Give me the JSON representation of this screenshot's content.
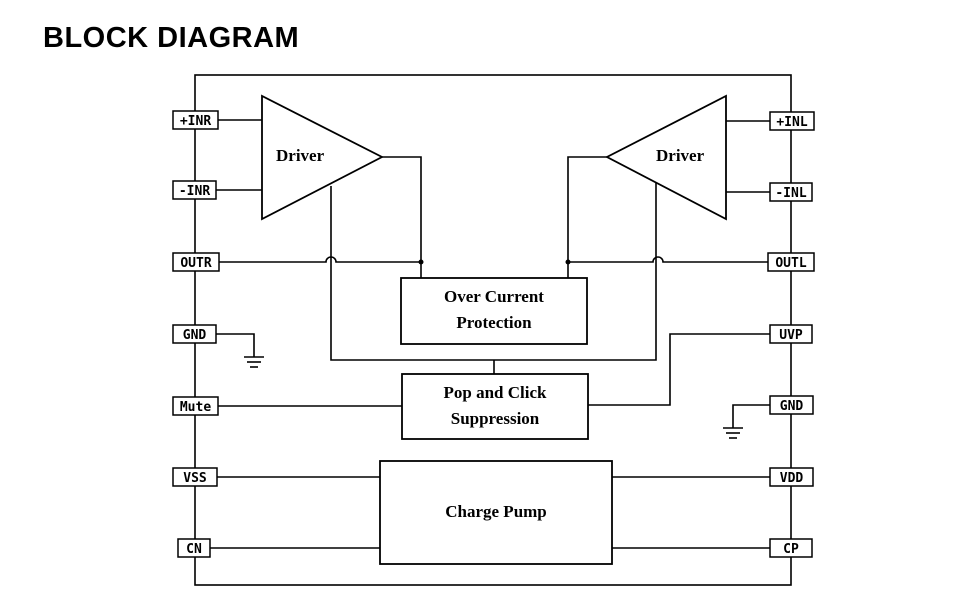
{
  "title": "BLOCK DIAGRAM",
  "pins_left": {
    "inr_pos": "+INR",
    "inr_neg": "-INR",
    "outr": "OUTR",
    "gnd": "GND",
    "mute": "Mute",
    "vss": "VSS",
    "cn": "CN"
  },
  "pins_right": {
    "inl_pos": "+INL",
    "inl_neg": "-INL",
    "outl": "OUTL",
    "uvp": "UVP",
    "gnd": "GND",
    "vdd": "VDD",
    "cp": "CP"
  },
  "blocks": {
    "driver_left": "Driver",
    "driver_right": "Driver",
    "ocp_line1": "Over Current",
    "ocp_line2": "Protection",
    "pop_line1": "Pop and Click",
    "pop_line2": "Suppression",
    "charge_pump": "Charge Pump"
  }
}
